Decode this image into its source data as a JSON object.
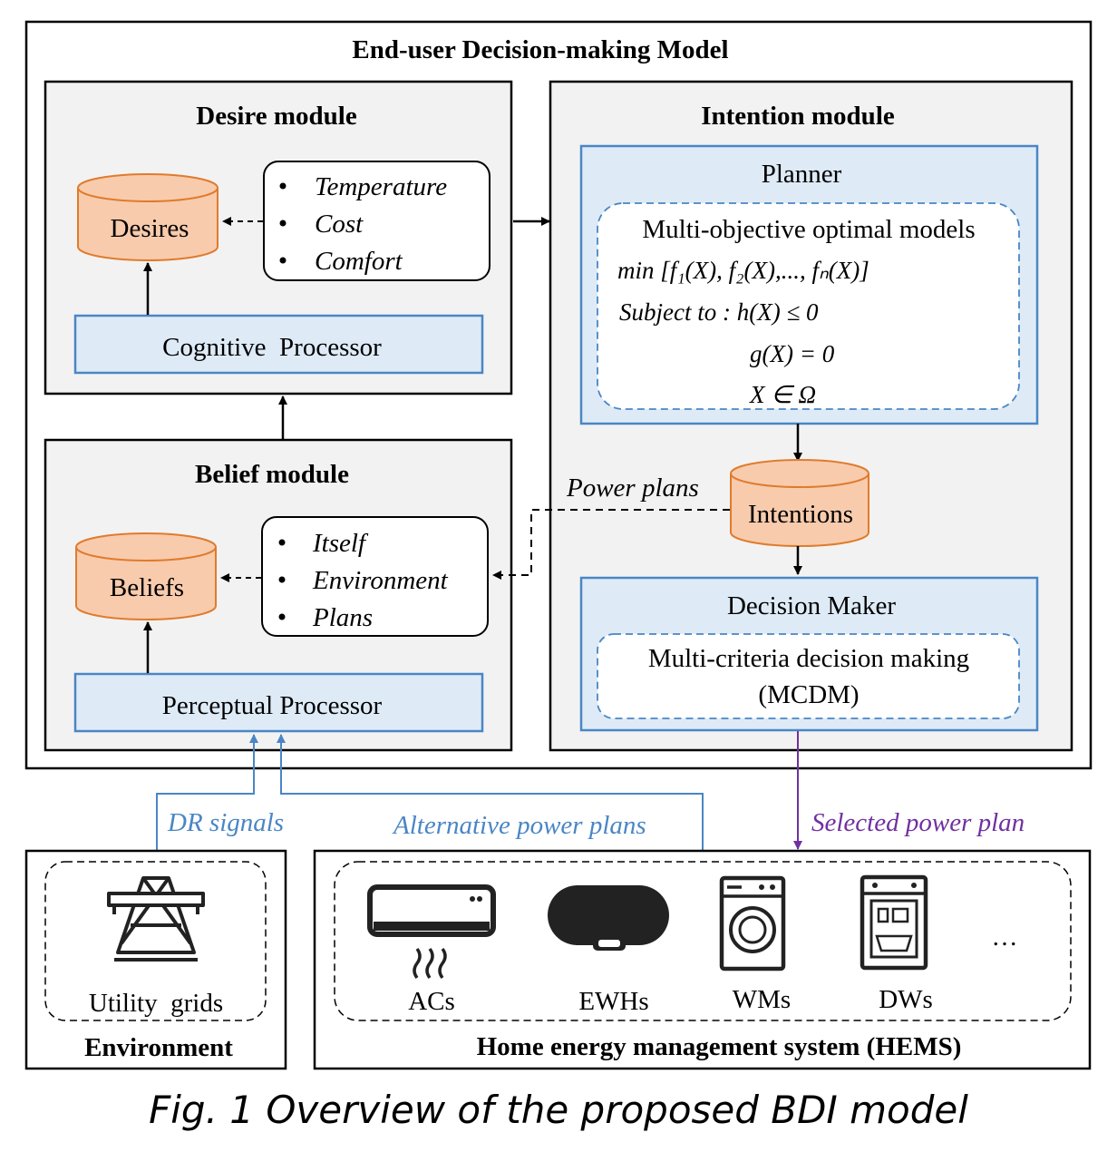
{
  "title": "End-user Decision-making Model",
  "desire": {
    "title": "Desire module",
    "store": "Desires",
    "items": [
      "Temperature",
      "Cost",
      "Comfort"
    ],
    "processor": "Cognitive  Processor"
  },
  "belief": {
    "title": "Belief module",
    "store": "Beliefs",
    "items": [
      "Itself",
      "Environment",
      "Plans"
    ],
    "processor": "Perceptual Processor"
  },
  "intention": {
    "title": "Intention module",
    "planner": "Planner",
    "model_title": "Multi-objective optimal models",
    "eq1": "min [f₁(X), f₂(X),..., fₙ(X)]",
    "eq2": "Subject to : h(X) ≤ 0",
    "eq3": "g(X) = 0",
    "eq4": "X ∈ Ω",
    "store": "Intentions",
    "decision_maker": "Decision Maker",
    "mcdm_line1": "Multi-criteria decision making",
    "mcdm_line2": "(MCDM)"
  },
  "flows": {
    "power_plans": "Power plans",
    "dr_signals": "DR signals",
    "alternative": "Alternative power plans",
    "selected": "Selected power plan"
  },
  "environment": {
    "item": "Utility  grids",
    "label": "Environment"
  },
  "hems": {
    "label": "Home energy management system (HEMS)",
    "appliances": [
      "ACs",
      "EWHs",
      "WMs",
      "DWs"
    ],
    "more": "…"
  },
  "caption": "Fig. 1 Overview of the proposed BDI model",
  "colors": {
    "module_bg": "#f2f2f2",
    "blue_fill": "#deebf7",
    "blue_stroke": "#4a86c5",
    "cylinder_fill": "#f8cbad",
    "cylinder_stroke": "#e07b2c",
    "dr_blue": "#4a86c5",
    "selected_purple": "#7030a0"
  }
}
